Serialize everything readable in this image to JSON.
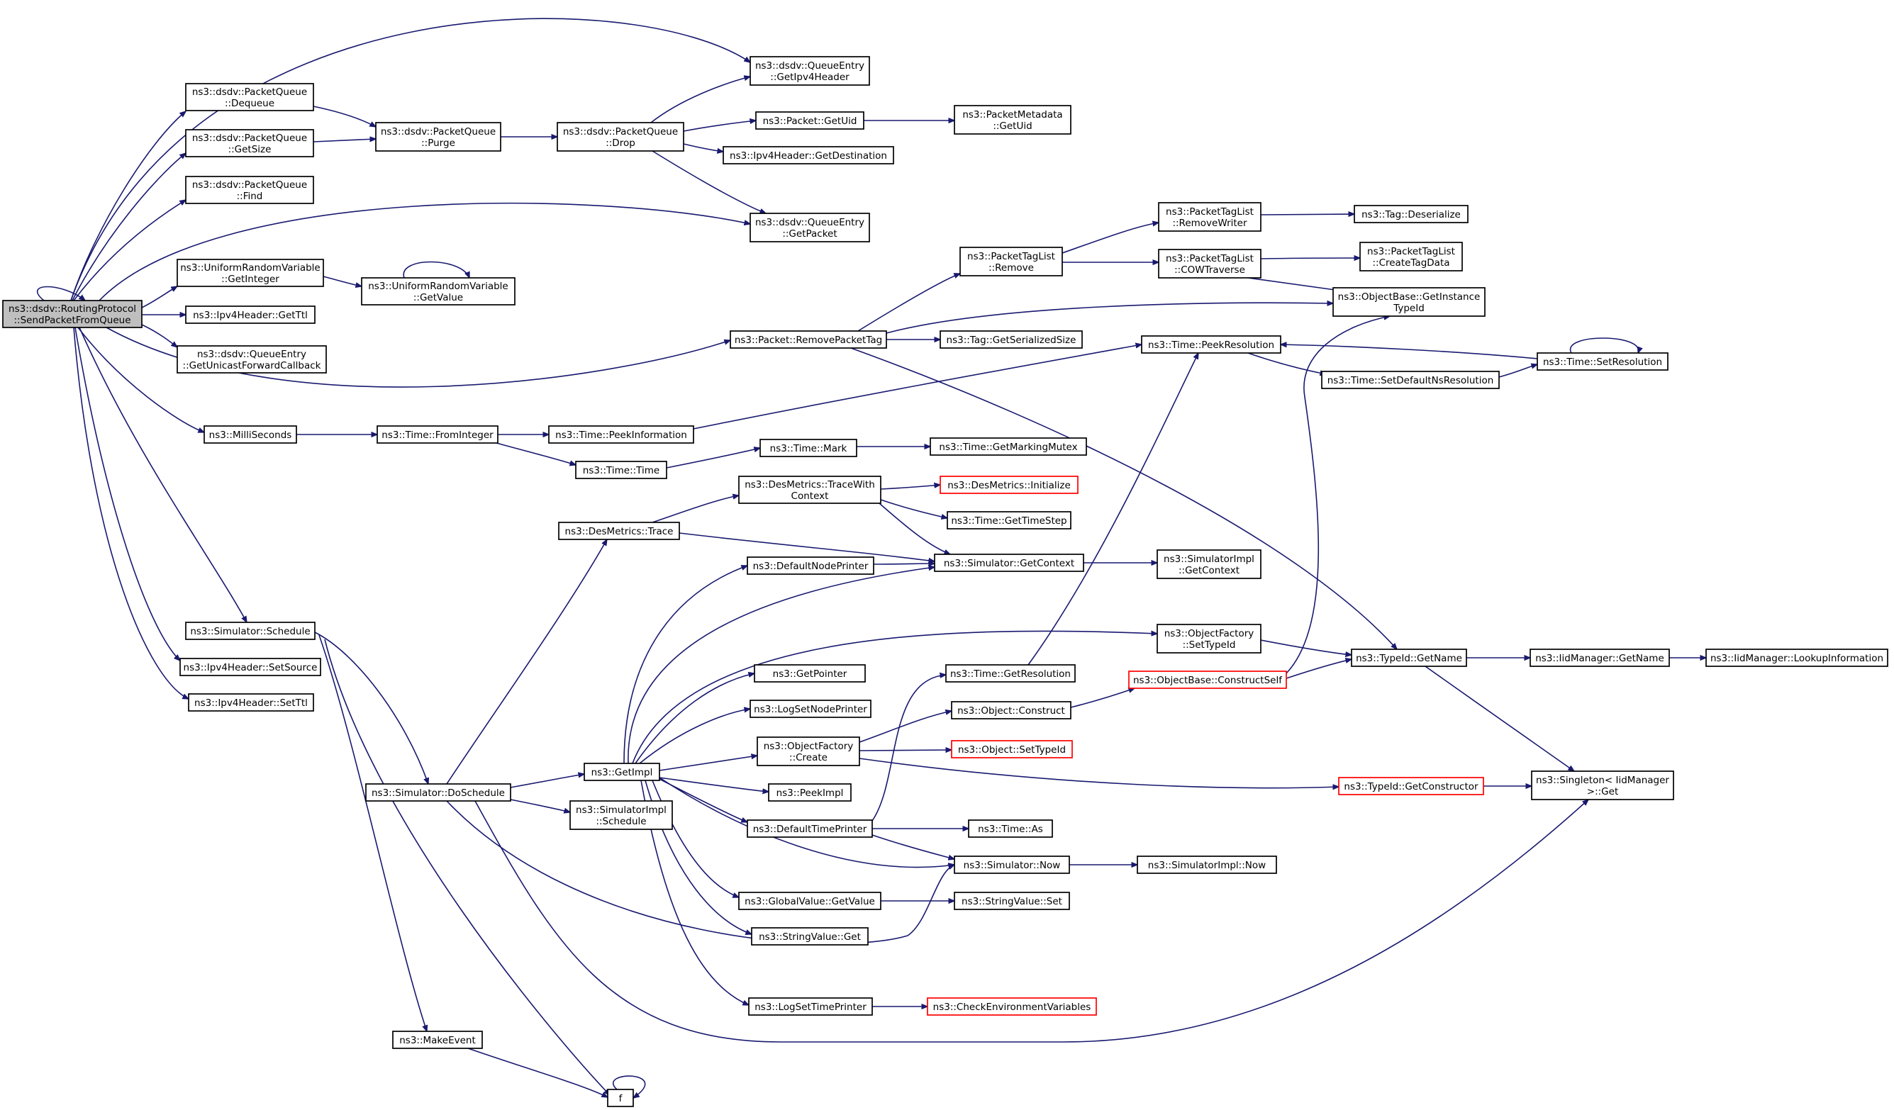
{
  "diagram": {
    "type": "call-graph",
    "root": "ns3::dsdv::RoutingProtocol::SendPacketFromQueue",
    "nodes": [
      {
        "id": "root",
        "lines": [
          "ns3::dsdv::RoutingProtocol",
          "::SendPacketFromQueue"
        ],
        "style": "root"
      },
      {
        "id": "pq_dequeue",
        "lines": [
          "ns3::dsdv::PacketQueue",
          "::Dequeue"
        ]
      },
      {
        "id": "pq_getsize",
        "lines": [
          "ns3::dsdv::PacketQueue",
          "::GetSize"
        ]
      },
      {
        "id": "pq_find",
        "lines": [
          "ns3::dsdv::PacketQueue",
          "::Find"
        ]
      },
      {
        "id": "urv_getinteger",
        "lines": [
          "ns3::UniformRandomVariable",
          "::GetInteger"
        ]
      },
      {
        "id": "ipv4_getttl",
        "lines": [
          "ns3::Ipv4Header::GetTtl"
        ]
      },
      {
        "id": "qe_getucb",
        "lines": [
          "ns3::dsdv::QueueEntry",
          "::GetUnicastForwardCallback"
        ]
      },
      {
        "id": "milliseconds",
        "lines": [
          "ns3::MilliSeconds"
        ]
      },
      {
        "id": "sim_schedule",
        "lines": [
          "ns3::Simulator::Schedule"
        ]
      },
      {
        "id": "ipv4_setsource",
        "lines": [
          "ns3::Ipv4Header::SetSource"
        ]
      },
      {
        "id": "ipv4_setttl",
        "lines": [
          "ns3::Ipv4Header::SetTtl"
        ]
      },
      {
        "id": "pq_purge",
        "lines": [
          "ns3::dsdv::PacketQueue",
          "::Purge"
        ]
      },
      {
        "id": "urv_getvalue",
        "lines": [
          "ns3::UniformRandomVariable",
          "::GetValue"
        ]
      },
      {
        "id": "time_frominteger",
        "lines": [
          "ns3::Time::FromInteger"
        ]
      },
      {
        "id": "sim_doschedule",
        "lines": [
          "ns3::Simulator::DoSchedule"
        ]
      },
      {
        "id": "makeevent",
        "lines": [
          "ns3::MakeEvent"
        ]
      },
      {
        "id": "f",
        "lines": [
          "f"
        ]
      },
      {
        "id": "pq_drop",
        "lines": [
          "ns3::dsdv::PacketQueue",
          "::Drop"
        ]
      },
      {
        "id": "time_peekinfo",
        "lines": [
          "ns3::Time::PeekInformation"
        ]
      },
      {
        "id": "time_time",
        "lines": [
          "ns3::Time::Time"
        ]
      },
      {
        "id": "desmetrics_trace",
        "lines": [
          "ns3::DesMetrics::Trace"
        ]
      },
      {
        "id": "getimpl",
        "lines": [
          "ns3::GetImpl"
        ]
      },
      {
        "id": "simimpl_schedule",
        "lines": [
          "ns3::SimulatorImpl",
          "::Schedule"
        ]
      },
      {
        "id": "qe_getipv4",
        "lines": [
          "ns3::dsdv::QueueEntry",
          "::GetIpv4Header"
        ]
      },
      {
        "id": "packet_getuid",
        "lines": [
          "ns3::Packet::GetUid"
        ]
      },
      {
        "id": "ipv4_getdest",
        "lines": [
          "ns3::Ipv4Header::GetDestination"
        ]
      },
      {
        "id": "qe_getpacket",
        "lines": [
          "ns3::dsdv::QueueEntry",
          "::GetPacket"
        ]
      },
      {
        "id": "packet_removetag",
        "lines": [
          "ns3::Packet::RemovePacketTag"
        ]
      },
      {
        "id": "time_mark",
        "lines": [
          "ns3::Time::Mark"
        ]
      },
      {
        "id": "dm_tracewithcontext",
        "lines": [
          "ns3::DesMetrics::TraceWith",
          "Context"
        ]
      },
      {
        "id": "defaultnodeprinter",
        "lines": [
          "ns3::DefaultNodePrinter"
        ]
      },
      {
        "id": "getpointer",
        "lines": [
          "ns3::GetPointer"
        ]
      },
      {
        "id": "lognodeprinter",
        "lines": [
          "ns3::LogSetNodePrinter"
        ]
      },
      {
        "id": "of_create",
        "lines": [
          "ns3::ObjectFactory",
          "::Create"
        ]
      },
      {
        "id": "peekimpl",
        "lines": [
          "ns3::PeekImpl"
        ]
      },
      {
        "id": "defaulttimeprinter",
        "lines": [
          "ns3::DefaultTimePrinter"
        ]
      },
      {
        "id": "gv_getvalue",
        "lines": [
          "ns3::GlobalValue::GetValue"
        ]
      },
      {
        "id": "sv_get",
        "lines": [
          "ns3::StringValue::Get"
        ]
      },
      {
        "id": "logtimeprinter",
        "lines": [
          "ns3::LogSetTimePrinter"
        ]
      },
      {
        "id": "pm_getuid",
        "lines": [
          "ns3::PacketMetadata",
          "::GetUid"
        ]
      },
      {
        "id": "ptl_remove",
        "lines": [
          "ns3::PacketTagList",
          "::Remove"
        ]
      },
      {
        "id": "tag_getsersize",
        "lines": [
          "ns3::Tag::GetSerializedSize"
        ]
      },
      {
        "id": "time_getmarkingmutex",
        "lines": [
          "ns3::Time::GetMarkingMutex"
        ]
      },
      {
        "id": "dm_initialize",
        "lines": [
          "ns3::DesMetrics::Initialize"
        ],
        "style": "red"
      },
      {
        "id": "time_gettimestep",
        "lines": [
          "ns3::Time::GetTimeStep"
        ]
      },
      {
        "id": "sim_getcontext",
        "lines": [
          "ns3::Simulator::GetContext"
        ]
      },
      {
        "id": "time_getresolution",
        "lines": [
          "ns3::Time::GetResolution"
        ]
      },
      {
        "id": "object_construct",
        "lines": [
          "ns3::Object::Construct"
        ]
      },
      {
        "id": "object_settypeid",
        "lines": [
          "ns3::Object::SetTypeId"
        ],
        "style": "red"
      },
      {
        "id": "time_as",
        "lines": [
          "ns3::Time::As"
        ]
      },
      {
        "id": "sim_now",
        "lines": [
          "ns3::Simulator::Now"
        ]
      },
      {
        "id": "sv_set",
        "lines": [
          "ns3::StringValue::Set"
        ]
      },
      {
        "id": "checkenv",
        "lines": [
          "ns3::CheckEnvironmentVariables"
        ],
        "style": "red"
      },
      {
        "id": "ptl_removewriter",
        "lines": [
          "ns3::PacketTagList",
          "::RemoveWriter"
        ]
      },
      {
        "id": "ptl_cowtraverse",
        "lines": [
          "ns3::PacketTagList",
          "::COWTraverse"
        ]
      },
      {
        "id": "time_peekresolution",
        "lines": [
          "ns3::Time::PeekResolution"
        ]
      },
      {
        "id": "simimpl_getcontext",
        "lines": [
          "ns3::SimulatorImpl",
          "::GetContext"
        ]
      },
      {
        "id": "of_settypeid",
        "lines": [
          "ns3::ObjectFactory",
          "::SetTypeId"
        ]
      },
      {
        "id": "ob_constructself",
        "lines": [
          "ns3::ObjectBase::ConstructSelf"
        ],
        "style": "red"
      },
      {
        "id": "simimpl_now",
        "lines": [
          "ns3::SimulatorImpl::Now"
        ]
      },
      {
        "id": "typeid_getconstructor",
        "lines": [
          "ns3::TypeId::GetConstructor"
        ],
        "style": "red"
      },
      {
        "id": "tag_deserialize",
        "lines": [
          "ns3::Tag::Deserialize"
        ]
      },
      {
        "id": "ptl_createtagdata",
        "lines": [
          "ns3::PacketTagList",
          "::CreateTagData"
        ]
      },
      {
        "id": "ob_getinstancetypeid",
        "lines": [
          "ns3::ObjectBase::GetInstance",
          "TypeId"
        ]
      },
      {
        "id": "time_setdefaultns",
        "lines": [
          "ns3::Time::SetDefaultNsResolution"
        ]
      },
      {
        "id": "typeid_getname",
        "lines": [
          "ns3::TypeId::GetName"
        ]
      },
      {
        "id": "time_setresolution",
        "lines": [
          "ns3::Time::SetResolution"
        ]
      },
      {
        "id": "iidmanager_getname",
        "lines": [
          "ns3::IidManager::GetName"
        ]
      },
      {
        "id": "singleton_get",
        "lines": [
          "ns3::Singleton< IidManager",
          " >::Get"
        ]
      },
      {
        "id": "iidmanager_lookup",
        "lines": [
          "ns3::IidManager::LookupInformation"
        ]
      }
    ],
    "edges": [
      [
        "root",
        "root"
      ],
      [
        "root",
        "pq_dequeue"
      ],
      [
        "root",
        "pq_getsize"
      ],
      [
        "root",
        "pq_find"
      ],
      [
        "root",
        "urv_getinteger"
      ],
      [
        "root",
        "ipv4_getttl"
      ],
      [
        "root",
        "qe_getucb"
      ],
      [
        "root",
        "milliseconds"
      ],
      [
        "root",
        "sim_schedule"
      ],
      [
        "root",
        "ipv4_setsource"
      ],
      [
        "root",
        "ipv4_setttl"
      ],
      [
        "root",
        "qe_getipv4"
      ],
      [
        "root",
        "qe_getpacket"
      ],
      [
        "root",
        "packet_removetag"
      ],
      [
        "pq_dequeue",
        "pq_purge"
      ],
      [
        "pq_getsize",
        "pq_purge"
      ],
      [
        "pq_purge",
        "pq_drop"
      ],
      [
        "pq_drop",
        "qe_getipv4"
      ],
      [
        "pq_drop",
        "packet_getuid"
      ],
      [
        "pq_drop",
        "ipv4_getdest"
      ],
      [
        "pq_drop",
        "qe_getpacket"
      ],
      [
        "packet_getuid",
        "pm_getuid"
      ],
      [
        "urv_getinteger",
        "urv_getvalue"
      ],
      [
        "urv_getvalue",
        "urv_getvalue"
      ],
      [
        "milliseconds",
        "time_frominteger"
      ],
      [
        "time_frominteger",
        "time_peekinfo"
      ],
      [
        "time_frominteger",
        "time_time"
      ],
      [
        "time_peekinfo",
        "time_peekresolution"
      ],
      [
        "time_time",
        "time_mark"
      ],
      [
        "time_mark",
        "time_getmarkingmutex"
      ],
      [
        "sim_schedule",
        "sim_doschedule"
      ],
      [
        "sim_schedule",
        "makeevent"
      ],
      [
        "sim_schedule",
        "f"
      ],
      [
        "makeevent",
        "f"
      ],
      [
        "f",
        "f"
      ],
      [
        "sim_doschedule",
        "desmetrics_trace"
      ],
      [
        "sim_doschedule",
        "getimpl"
      ],
      [
        "sim_doschedule",
        "simimpl_schedule"
      ],
      [
        "sim_doschedule",
        "sim_now"
      ],
      [
        "sim_doschedule",
        "singleton_get"
      ],
      [
        "desmetrics_trace",
        "dm_tracewithcontext"
      ],
      [
        "desmetrics_trace",
        "sim_getcontext"
      ],
      [
        "dm_tracewithcontext",
        "dm_initialize"
      ],
      [
        "dm_tracewithcontext",
        "time_gettimestep"
      ],
      [
        "dm_tracewithcontext",
        "sim_getcontext"
      ],
      [
        "getimpl",
        "defaultnodeprinter"
      ],
      [
        "getimpl",
        "sim_getcontext"
      ],
      [
        "getimpl",
        "of_settypeid"
      ],
      [
        "getimpl",
        "getpointer"
      ],
      [
        "getimpl",
        "lognodeprinter"
      ],
      [
        "getimpl",
        "of_create"
      ],
      [
        "getimpl",
        "peekimpl"
      ],
      [
        "getimpl",
        "defaulttimeprinter"
      ],
      [
        "getimpl",
        "sim_now"
      ],
      [
        "getimpl",
        "gv_getvalue"
      ],
      [
        "getimpl",
        "sv_get"
      ],
      [
        "getimpl",
        "logtimeprinter"
      ],
      [
        "defaultnodeprinter",
        "sim_getcontext"
      ],
      [
        "sim_getcontext",
        "simimpl_getcontext"
      ],
      [
        "of_settypeid",
        "typeid_getname"
      ],
      [
        "of_create",
        "object_construct"
      ],
      [
        "of_create",
        "object_settypeid"
      ],
      [
        "of_create",
        "typeid_getconstructor"
      ],
      [
        "object_construct",
        "ob_constructself"
      ],
      [
        "ob_constructself",
        "typeid_getname"
      ],
      [
        "ob_constructself",
        "ob_getinstancetypeid"
      ],
      [
        "defaulttimeprinter",
        "time_getresolution"
      ],
      [
        "defaulttimeprinter",
        "time_as"
      ],
      [
        "defaulttimeprinter",
        "sim_now"
      ],
      [
        "time_getresolution",
        "time_peekresolution"
      ],
      [
        "sim_now",
        "simimpl_now"
      ],
      [
        "gv_getvalue",
        "sv_set"
      ],
      [
        "logtimeprinter",
        "checkenv"
      ],
      [
        "packet_removetag",
        "ptl_remove"
      ],
      [
        "packet_removetag",
        "tag_getsersize"
      ],
      [
        "packet_removetag",
        "ob_getinstancetypeid"
      ],
      [
        "packet_removetag",
        "typeid_getname"
      ],
      [
        "ptl_remove",
        "ptl_removewriter"
      ],
      [
        "ptl_remove",
        "ptl_cowtraverse"
      ],
      [
        "ptl_removewriter",
        "tag_deserialize"
      ],
      [
        "ptl_cowtraverse",
        "ptl_createtagdata"
      ],
      [
        "ptl_cowtraverse",
        "ob_getinstancetypeid"
      ],
      [
        "time_peekresolution",
        "time_setdefaultns"
      ],
      [
        "time_setdefaultns",
        "time_setresolution"
      ],
      [
        "time_setresolution",
        "time_peekresolution"
      ],
      [
        "time_setresolution",
        "time_setresolution"
      ],
      [
        "typeid_getname",
        "iidmanager_getname"
      ],
      [
        "typeid_getname",
        "singleton_get"
      ],
      [
        "iidmanager_getname",
        "iidmanager_lookup"
      ],
      [
        "typeid_getconstructor",
        "singleton_get"
      ]
    ]
  },
  "colors": {
    "edge": "#191970",
    "node_border": "#000000",
    "node_border_truncated": "#ff0000",
    "root_fill": "#bfbfbf",
    "background": "#ffffff"
  }
}
